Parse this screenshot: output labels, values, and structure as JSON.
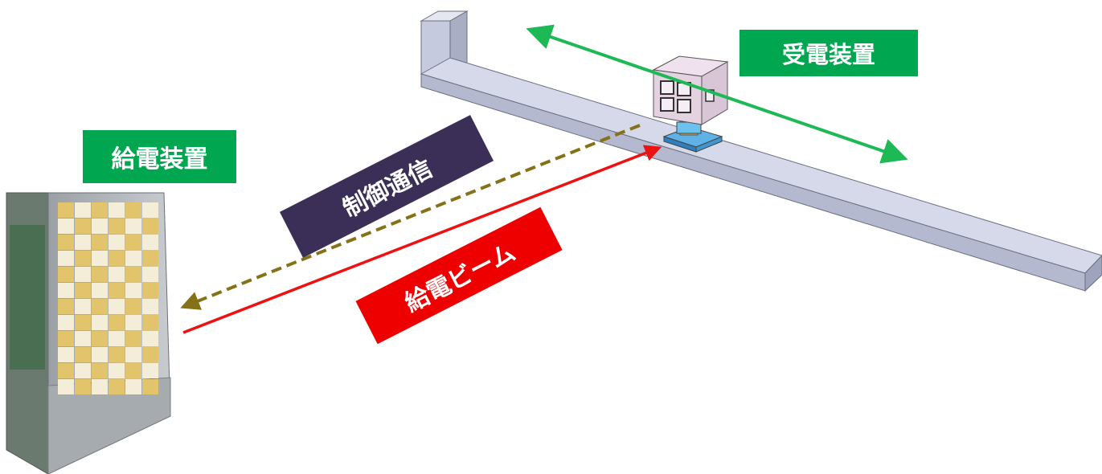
{
  "labels": {
    "receiver": "受電装置",
    "transmitter": "給電装置",
    "control_comm": "制御通信",
    "power_beam": "給電ビーム"
  },
  "colors": {
    "label_green": "#00a650",
    "label_navy": "#3b2f57",
    "label_red": "#ee0000",
    "arrow_green": "#1db954",
    "arrow_red": "#ee1111",
    "arrow_olive": "#857118",
    "rail_top": "#d2d5e6",
    "rail_side": "#aab0c6",
    "cube": "#e5d5e2",
    "panel_gold": "#e1c46b",
    "panel_cream": "#f4eed8"
  }
}
